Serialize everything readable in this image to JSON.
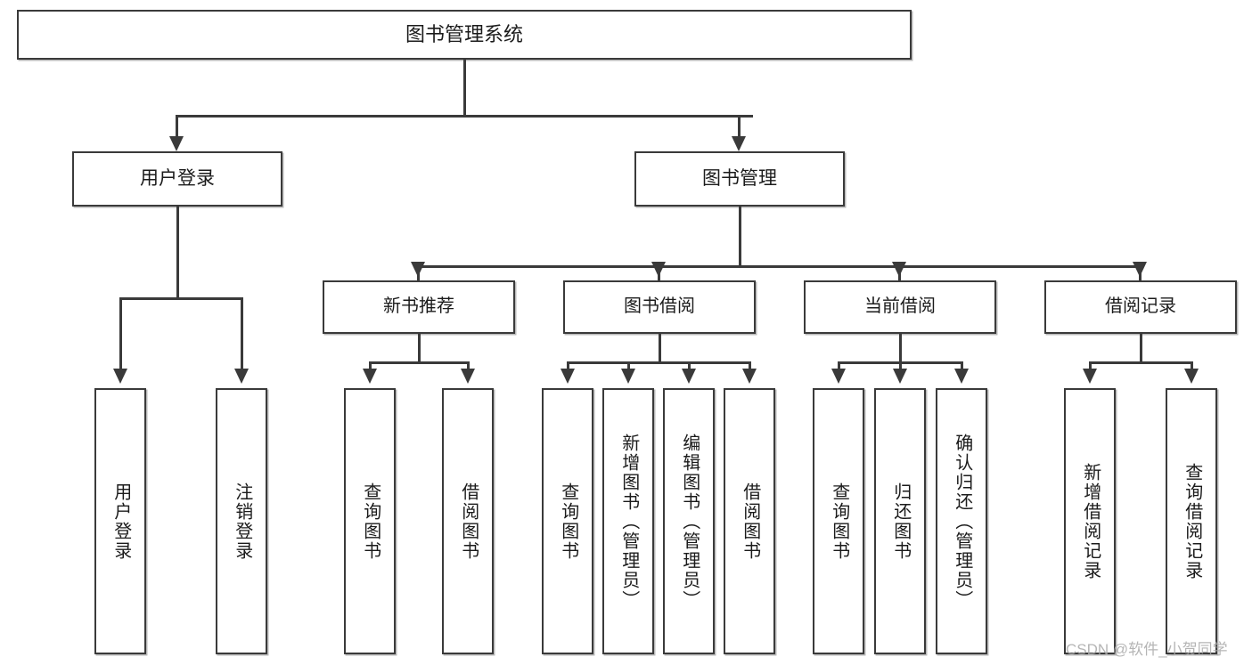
{
  "diagram": {
    "title": "图书管理系统",
    "type": "tree-hierarchy-chart",
    "root": {
      "label": "图书管理系统"
    },
    "level2": [
      {
        "label": "用户登录"
      },
      {
        "label": "图书管理"
      }
    ],
    "level3": [
      {
        "label": "新书推荐"
      },
      {
        "label": "图书借阅"
      },
      {
        "label": "当前借阅"
      },
      {
        "label": "借阅记录"
      }
    ],
    "leaves": {
      "user_login": [
        {
          "label": "用户登录"
        },
        {
          "label": "注销登录"
        }
      ],
      "new_book_recommend": [
        {
          "label": "查询图书"
        },
        {
          "label": "借阅图书"
        }
      ],
      "book_borrow": [
        {
          "label": "查询图书"
        },
        {
          "label": "新增图书（管理员）"
        },
        {
          "label": "编辑图书（管理员）"
        },
        {
          "label": "借阅图书"
        }
      ],
      "current_borrow": [
        {
          "label": "查询图书"
        },
        {
          "label": "归还图书"
        },
        {
          "label": "确认归还（管理员）"
        }
      ],
      "borrow_record": [
        {
          "label": "新增借阅记录"
        },
        {
          "label": "查询借阅记录"
        }
      ]
    }
  },
  "watermark": {
    "text": "CSDN @软件_小贺同学"
  },
  "colors": {
    "stroke": "#3a3a3a",
    "fill": "#ffffff",
    "text": "#1b1b1b",
    "watermark": "#a9a9a9"
  }
}
